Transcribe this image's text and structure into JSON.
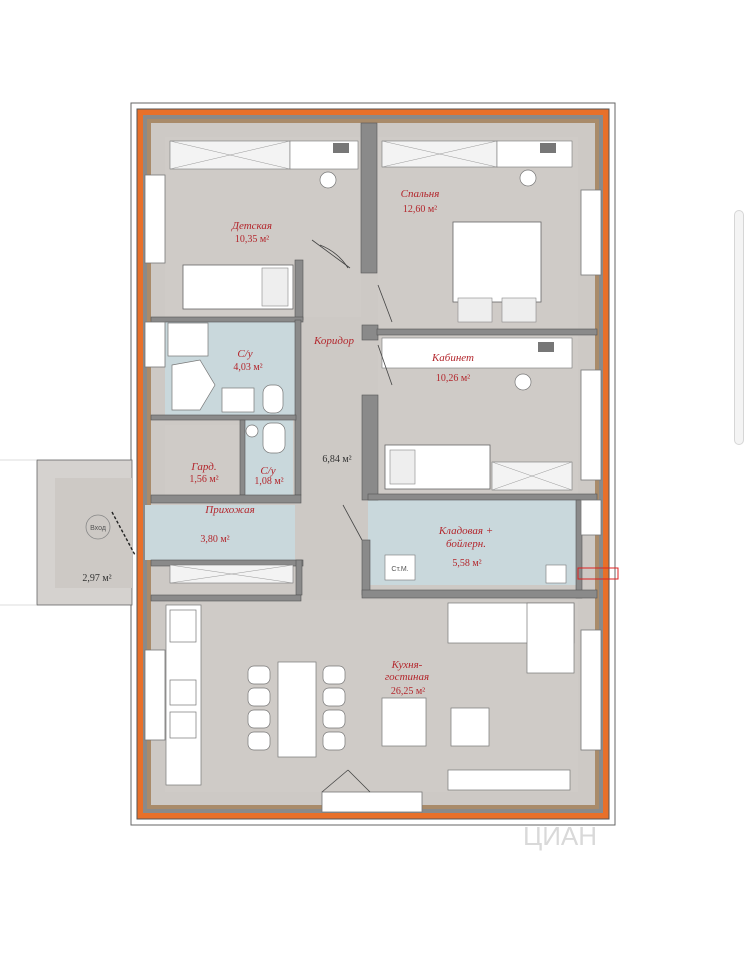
{
  "rooms": {
    "detskaya": {
      "name": "Детская",
      "area": "10,35 м²"
    },
    "spalnya": {
      "name": "Спальня",
      "area": "12,60 м²"
    },
    "koridor": {
      "name": "Коридор",
      "area": "6,84 м²"
    },
    "su1": {
      "name": "С/у",
      "area": "4,03 м²"
    },
    "kabinet": {
      "name": "Кабинет",
      "area": "10,26 м²"
    },
    "gard": {
      "name": "Гард.",
      "area": "1,56 м²"
    },
    "su2": {
      "name": "С/у",
      "area": "1,08 м²"
    },
    "prihozhaya": {
      "name": "Прихожая",
      "area": "3,80 м²"
    },
    "kladovaya": {
      "name_line1": "Кладовая +",
      "name_line2": "бойлерн.",
      "area": "5,58 м²"
    },
    "kuhnya": {
      "name_line1": "Кухня-",
      "name_line2": "гостиная",
      "area": "26,25 м²"
    },
    "vhod": {
      "name": "Вход",
      "area": "2,97 м²"
    }
  },
  "labels": {
    "stm": "Ст.М."
  },
  "watermark": "ЦИАН",
  "colors": {
    "wall": "#e8702a",
    "floor": "#cdc9c5",
    "wet": "#c9d8dc",
    "label": "#b3262c"
  }
}
